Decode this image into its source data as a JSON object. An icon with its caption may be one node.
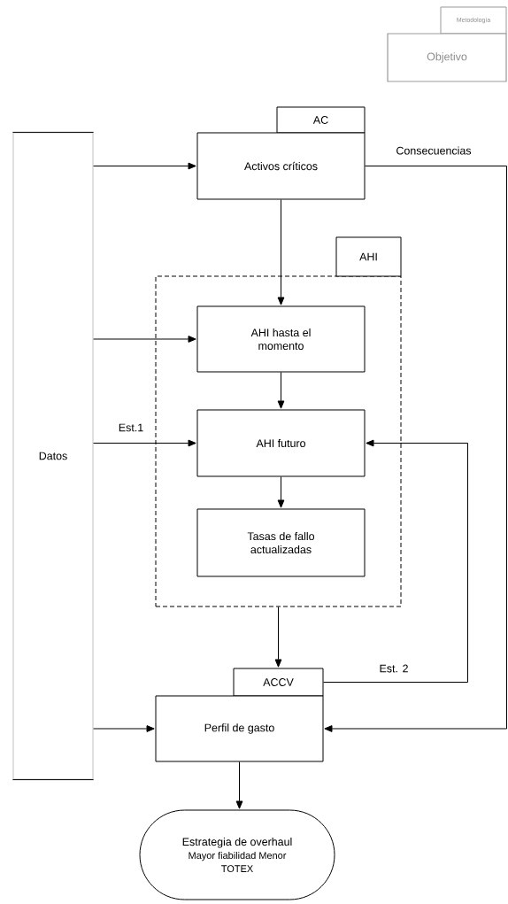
{
  "diagram": {
    "nodes": [
      {
        "text": [
          "Metodología",
          "Objetivo"
        ]
      },
      {
        "text": [
          "Datos"
        ]
      },
      {
        "text": [
          "AC",
          "Activos críticos"
        ]
      },
      {
        "text": [
          "AHI"
        ]
      },
      {
        "text": [
          "AHI hasta el momento"
        ],
        "in": 3
      },
      {
        "text": [
          "AHI futuro"
        ],
        "in": 3
      },
      {
        "text": [
          "Tasas de fallo actualizadas"
        ],
        "in": 3
      },
      {
        "text": [
          "ACCV",
          "Perfil de gasto"
        ]
      },
      {
        "text": [
          "Estrategia de overhaul",
          "Mayor fiabilidad Menor TOTEX"
        ]
      }
    ],
    "edges": [
      {
        "from": 1,
        "to": 2,
        "arrow": "to"
      },
      {
        "from": 1,
        "to": 4,
        "arrow": "to"
      },
      {
        "from": 1,
        "to": 5,
        "arrow": "to",
        "label": "Est.1"
      },
      {
        "from": 1,
        "to": 7,
        "arrow": "to"
      },
      {
        "from": 2,
        "to": 4,
        "arrow": "to"
      },
      {
        "from": 4,
        "to": 5,
        "arrow": "to"
      },
      {
        "from": 5,
        "to": 6,
        "arrow": "to"
      },
      {
        "from": 3,
        "to": 7,
        "arrow": "to"
      },
      {
        "from": 7,
        "to": 5,
        "arrow": "to",
        "label": "Est. 2"
      },
      {
        "from": 2,
        "to": 7,
        "arrow": "to",
        "label": "Consecuencias"
      },
      {
        "from": 7,
        "to": 8,
        "arrow": "to"
      }
    ]
  }
}
